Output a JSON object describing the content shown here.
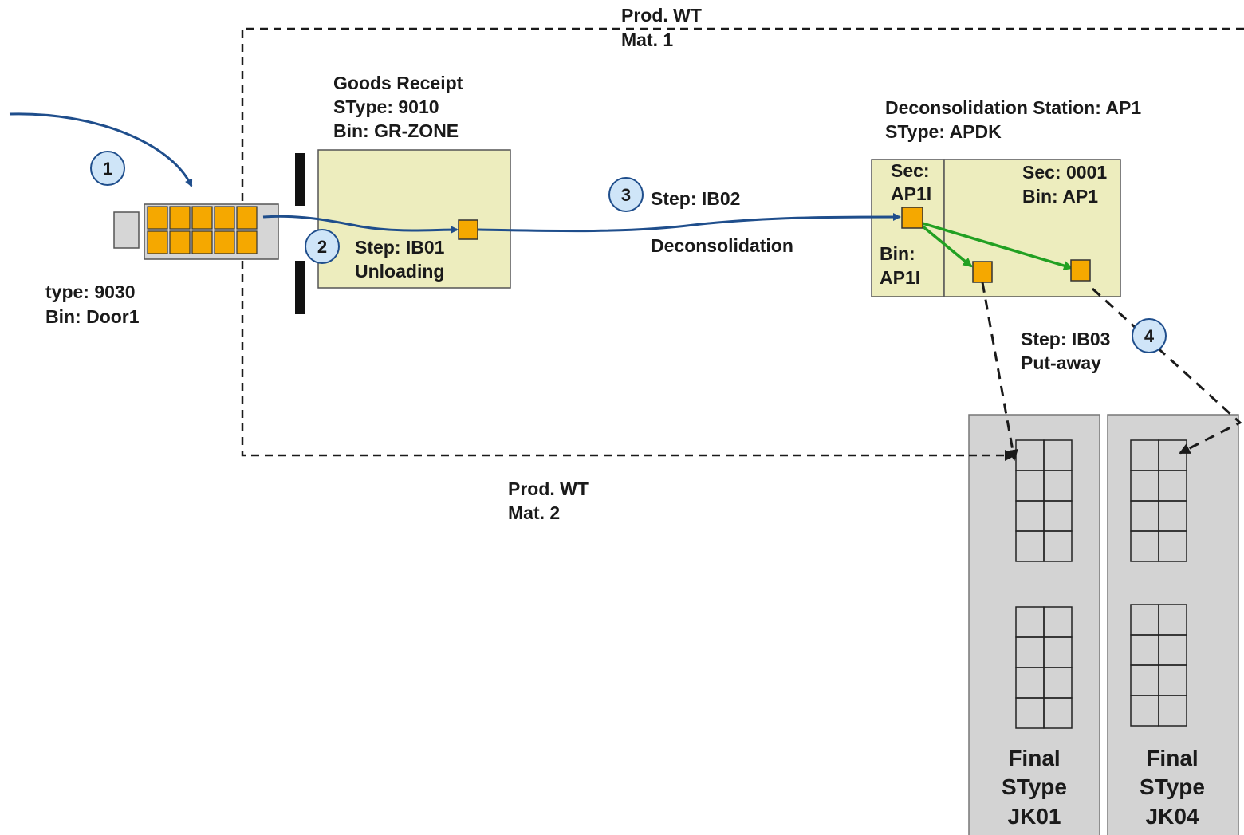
{
  "prod_wt_mat1": {
    "line1": "Prod. WT",
    "line2": "Mat. 1"
  },
  "prod_wt_mat2": {
    "line1": "Prod. WT",
    "line2": "Mat. 2"
  },
  "door": {
    "line1": "type: 9030",
    "line2": "Bin: Door1"
  },
  "goods_receipt": {
    "line1": "Goods Receipt",
    "line2": "SType: 9010",
    "line3": "Bin: GR-ZONE"
  },
  "deconsolidation_station": {
    "line1": "Deconsolidation Station: AP1",
    "line2": "SType: APDK",
    "left_sec_line1": "Sec:",
    "left_sec_line2": "AP1I",
    "left_bin_line1": "Bin:",
    "left_bin_line2": "AP1I",
    "right_sec": "Sec: 0001",
    "right_bin": "Bin: AP1"
  },
  "steps": [
    {
      "number": "1"
    },
    {
      "number": "2",
      "line1": "Step: IB01",
      "line2": "Unloading"
    },
    {
      "number": "3",
      "line1": "Step: IB02",
      "line2": "Deconsolidation"
    },
    {
      "number": "4",
      "line1": "Step: IB03",
      "line2": "Put-away"
    }
  ],
  "final_storage": [
    {
      "line1": "Final",
      "line2": "SType",
      "line3": "JK01"
    },
    {
      "line1": "Final",
      "line2": "SType",
      "line3": "JK04"
    }
  ],
  "colors": {
    "zone_fill": "#ededbe",
    "package_fill": "#f5a800",
    "flow_blue": "#1f4e8c",
    "flow_green": "#22a022",
    "step_circle_fill": "#cfe5f8",
    "rack_fill": "#d3d3d3"
  }
}
